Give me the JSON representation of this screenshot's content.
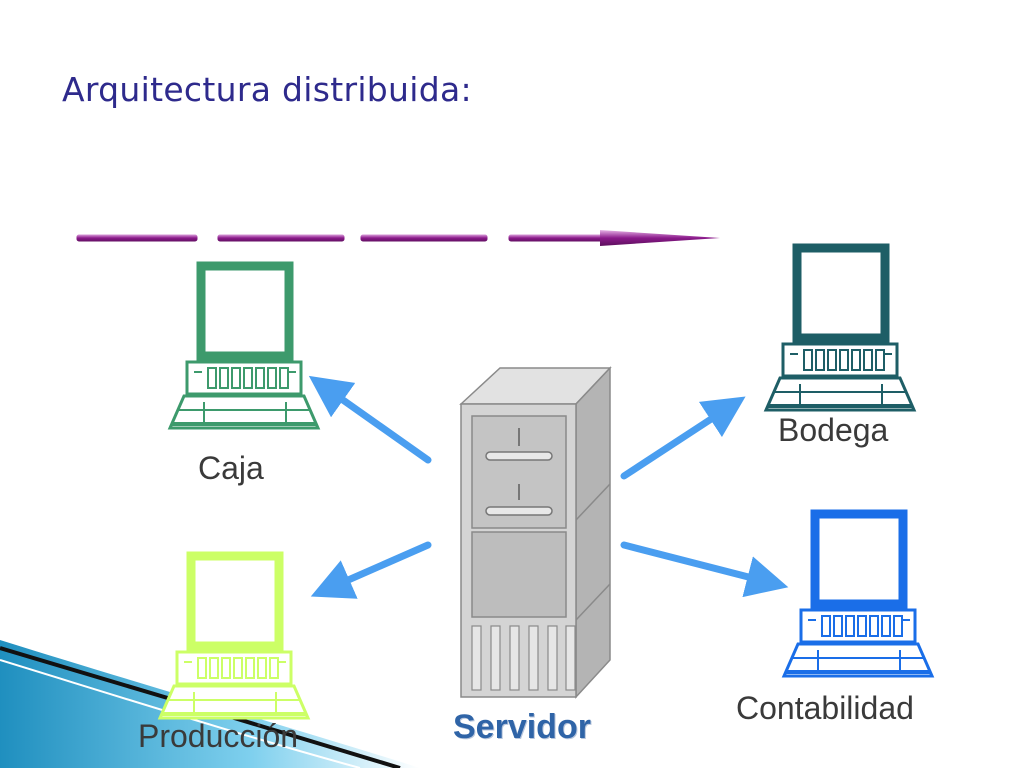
{
  "title": "Arquitectura distribuida:",
  "nodes": {
    "caja": {
      "label": "Caja",
      "color": "#3d9a6c"
    },
    "bodega": {
      "label": "Bodega",
      "color": "#1e5e66"
    },
    "contabilidad": {
      "label": "Contabilidad",
      "color": "#1a6ee8"
    },
    "produccion": {
      "label": "Producción",
      "color": "#ccff66"
    },
    "servidor": {
      "label": "Servidor",
      "color": "#2f64a7"
    }
  },
  "colors": {
    "arrow": "#4a9ef0",
    "flow_arrow": "#8b1a8b",
    "server_body": "#c9c9c9"
  }
}
